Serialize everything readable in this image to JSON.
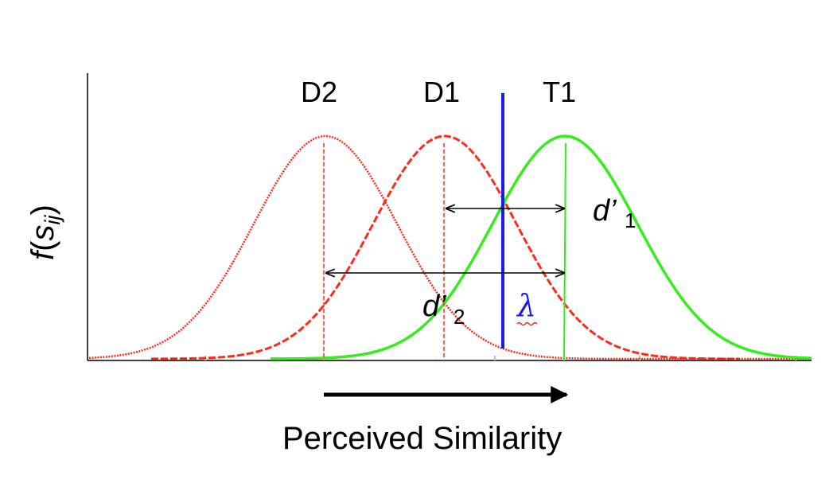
{
  "labels": {
    "d2": "D2",
    "d1": "D1",
    "t1": "T1",
    "yaxis_f": "f",
    "yaxis_open": "(",
    "yaxis_s": "s",
    "yaxis_sub": "ij",
    "yaxis_close": ")",
    "xaxis": "Perceived Similarity",
    "dprime1": "d’",
    "dprime1_sub": "1",
    "dprime2": "d’",
    "dprime2_sub": "2",
    "lambda": "λ"
  },
  "colors": {
    "distractor": "#ff2a1a",
    "target": "#33ee1a",
    "criterion": "#1a1aee",
    "axis": "#000000"
  }
}
